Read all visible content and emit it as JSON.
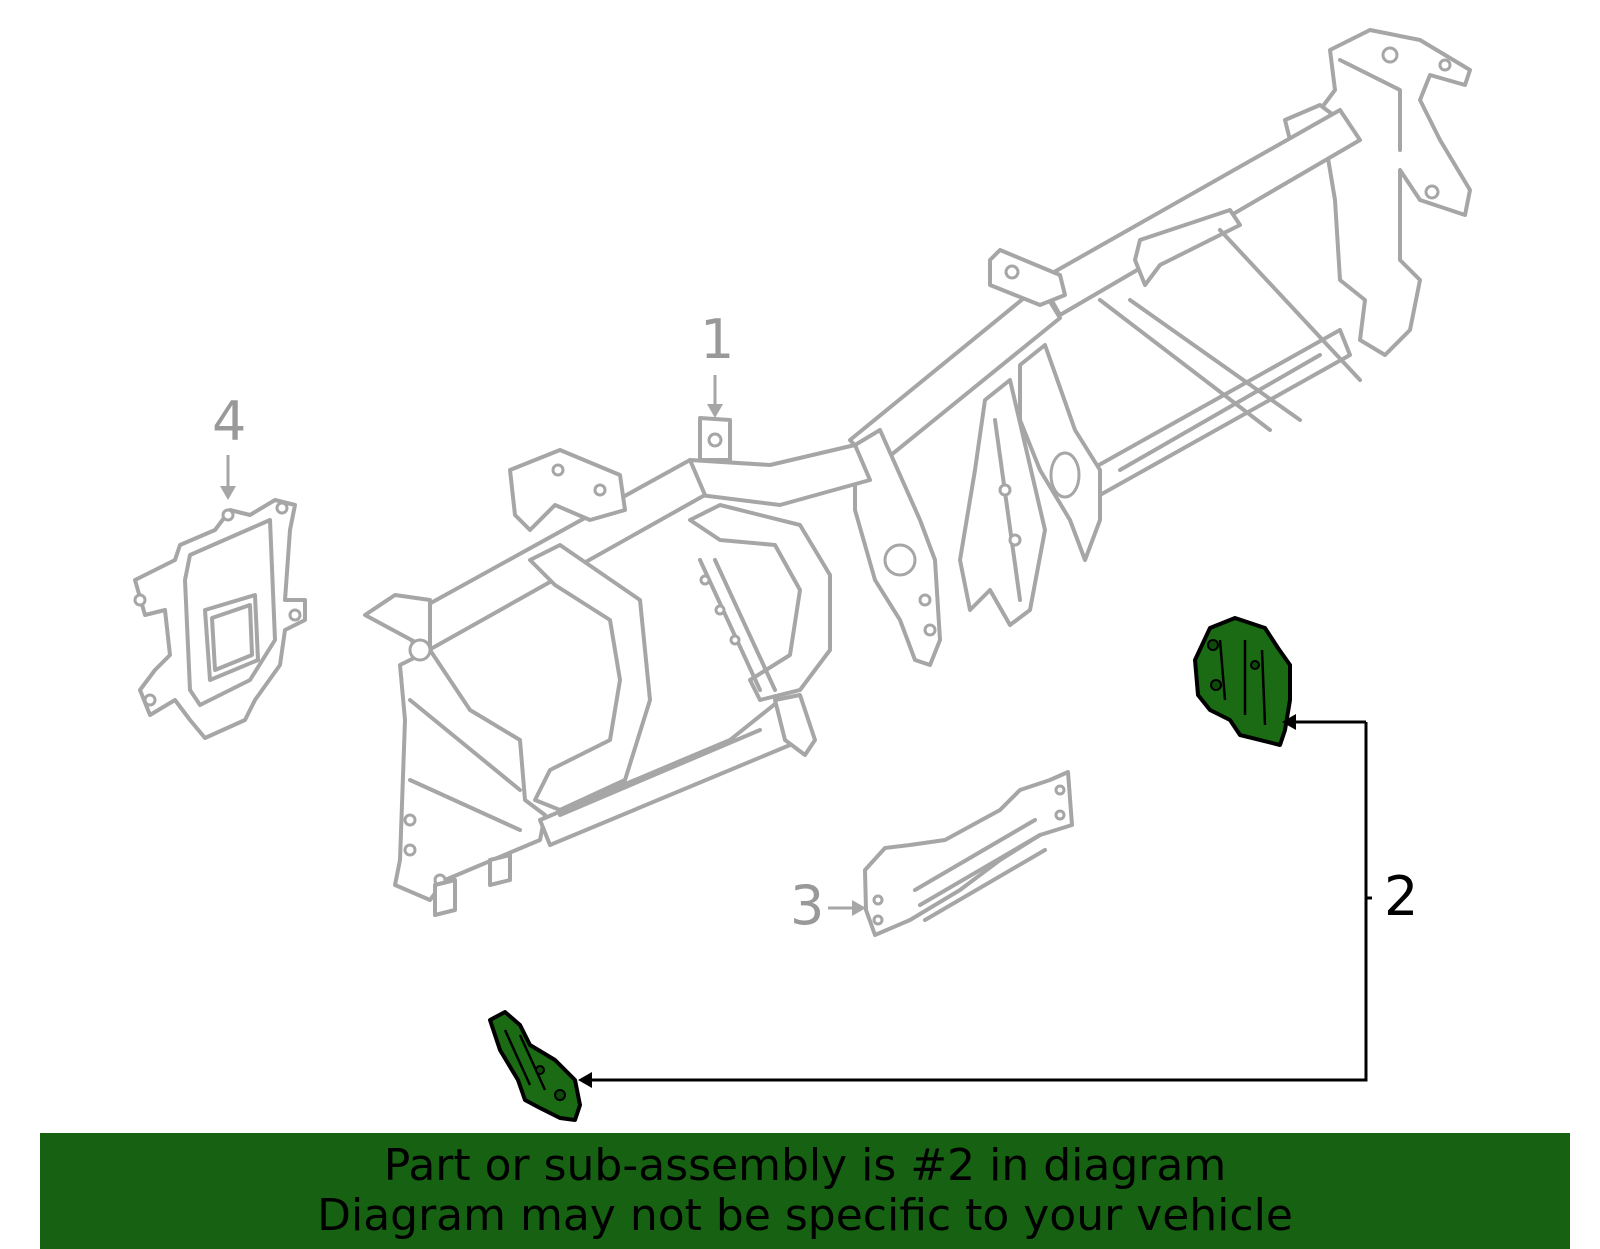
{
  "callouts": {
    "c1": "1",
    "c2": "2",
    "c3": "3",
    "c4": "4"
  },
  "banner": {
    "line1": "Part or sub-assembly is #2 in diagram",
    "line2": "Diagram may not be specific to your vehicle"
  },
  "colors": {
    "highlight": "#1a6b14",
    "banner": "#176112",
    "outline": "#a6a6a6"
  }
}
